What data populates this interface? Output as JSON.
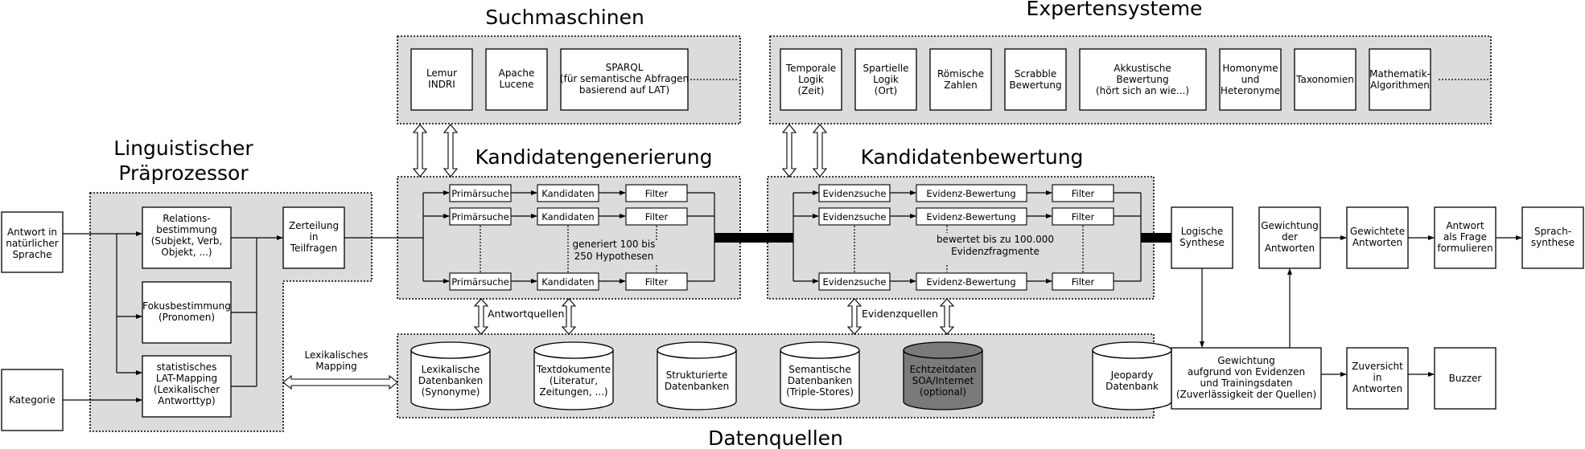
{
  "headings": {
    "suchmaschinen": "Suchmaschinen",
    "expertensysteme": "Expertensysteme",
    "praeprozessor_1": "Linguistischer",
    "praeprozessor_2": "Präprozessor",
    "kandidatengenerierung": "Kandidatengenerierung",
    "kandidatenbewertung": "Kandidatenbewertung",
    "datenquellen": "Datenquellen"
  },
  "inputs": {
    "antwort": [
      "Antwort in",
      "natürlicher",
      "Sprache"
    ],
    "kategorie": [
      "Kategorie"
    ]
  },
  "preprocessor": {
    "relation": [
      "Relations-",
      "bestimmung",
      "(Subjekt, Verb,",
      "Objekt, ...)"
    ],
    "fokus": [
      "Fokusbestimmung",
      "(Pronomen)"
    ],
    "lat": [
      "statistisches",
      "LAT-Mapping",
      "(Lexikalischer",
      "Antworttyp)"
    ],
    "zerteilung": [
      "Zerteilung",
      "in",
      "Teilfragen"
    ]
  },
  "search_engines": [
    [
      "Lemur",
      "INDRI"
    ],
    [
      "Apache",
      "Lucene"
    ],
    [
      "SPARQL",
      "(für semantische Abfragen",
      "basierend auf LAT)"
    ]
  ],
  "expert_systems": [
    [
      "Temporale",
      "Logik",
      "(Zeit)"
    ],
    [
      "Spartielle",
      "Logik",
      "(Ort)"
    ],
    [
      "Römische",
      "Zahlen"
    ],
    [
      "Scrabble",
      "Bewertung"
    ],
    [
      "Akkustische",
      "Bewertung",
      "(hört sich an wie...)"
    ],
    [
      "Homonyme",
      "und",
      "Heteronyme"
    ],
    [
      "Taxonomien"
    ],
    [
      "Mathematik-",
      "Algorithmen"
    ]
  ],
  "generation": {
    "primaersuche": "Primärsuche",
    "kandidaten": "Kandidaten",
    "filter": "Filter",
    "note": [
      "generiert 100 bis",
      "250 Hypothesen"
    ]
  },
  "evaluation": {
    "evidenzsuche": "Evidenzsuche",
    "evidenz_bewertung": "Evidenz-Bewertung",
    "filter": "Filter",
    "note": [
      "bewertet bis zu 100.000",
      "Evidenzfragmente"
    ]
  },
  "labels": {
    "antwortquellen": "Antwortquellen",
    "evidenzquellen": "Evidenzquellen",
    "lexikalisches_mapping": [
      "Lexikalisches",
      "Mapping"
    ]
  },
  "data_sources": [
    {
      "lines": [
        "Lexikalische",
        "Datenbanken",
        "(Synonyme)"
      ],
      "dark": false
    },
    {
      "lines": [
        "Textdokumente",
        "(Literatur,",
        "Zeitungen, ...)"
      ],
      "dark": false
    },
    {
      "lines": [
        "Strukturierte",
        "Datenbanken"
      ],
      "dark": false
    },
    {
      "lines": [
        "Semantische",
        "Datenbanken",
        "(Triple-Stores)"
      ],
      "dark": false
    },
    {
      "lines": [
        "Echtzeitdaten",
        "SOA/Internet",
        "(optional)"
      ],
      "dark": true
    },
    {
      "lines": [
        "Jeopardy",
        "Datenbank"
      ],
      "dark": false
    }
  ],
  "post_processing": {
    "logische_synthese": [
      "Logische",
      "Synthese"
    ],
    "gewichtung_antworten": [
      "Gewichtung",
      "der",
      "Antworten"
    ],
    "gewichtete_antworten": [
      "Gewichtete",
      "Antworten"
    ],
    "antwort_frage": [
      "Antwort",
      "als Frage",
      "formulieren"
    ],
    "sprachsynthese": [
      "Sprach-",
      "synthese"
    ],
    "gewichtung_evidenzen": [
      "Gewichtung",
      "aufgrund von Evidenzen",
      "und Trainingsdaten",
      "(Zuverlässigkeit der Quellen)"
    ],
    "zuversicht": [
      "Zuversicht",
      "in",
      "Antworten"
    ],
    "buzzer": [
      "Buzzer"
    ]
  }
}
